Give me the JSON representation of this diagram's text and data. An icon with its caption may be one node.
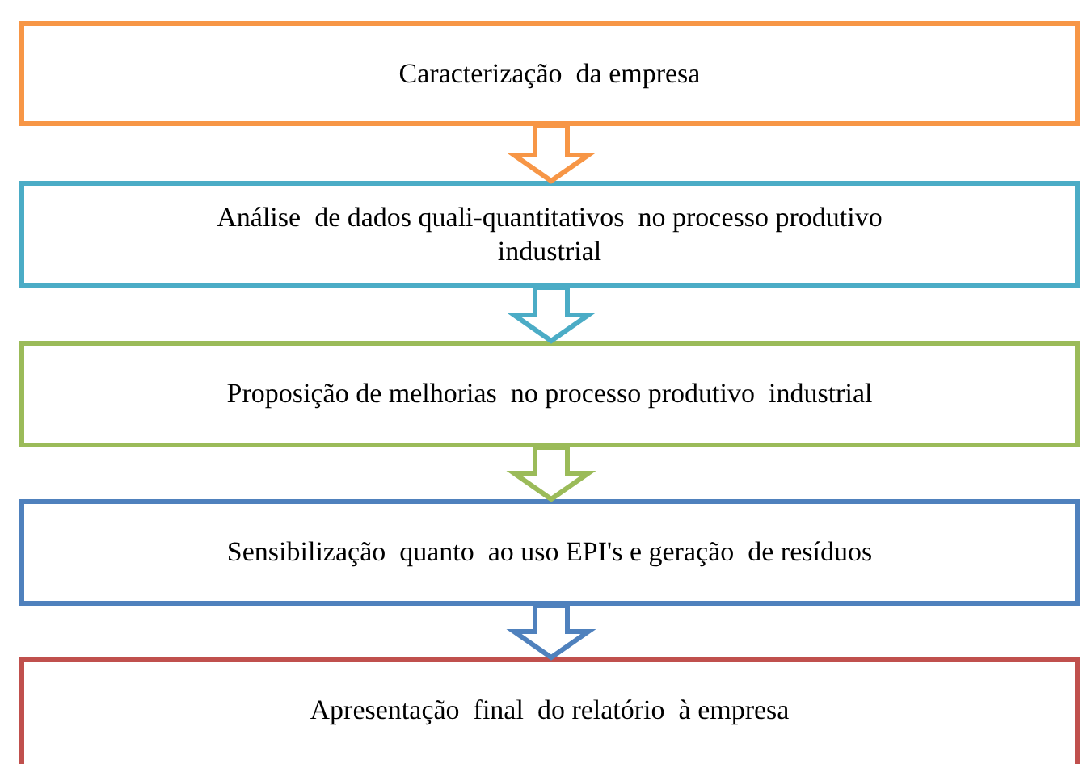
{
  "diagram": {
    "nodes": [
      {
        "text": [
          "Caracterização  da empresa"
        ]
      },
      {
        "text": [
          "Análise  de dados quali-quantitativos  no processo produtivo industrial"
        ]
      },
      {
        "text": [
          "Proposição de melhorias  no processo produtivo  industrial"
        ]
      },
      {
        "text": [
          "Sensibilização  quanto  ao uso EPI's e geração  de resíduos"
        ]
      },
      {
        "text": [
          "Apresentação  final  do relatório  à empresa"
        ]
      }
    ],
    "edges": [
      {
        "from": 0,
        "to": 1,
        "arrow": "to",
        "color": "#f79646"
      },
      {
        "from": 1,
        "to": 2,
        "arrow": "to",
        "color": "#4bacc6"
      },
      {
        "from": 2,
        "to": 3,
        "arrow": "to",
        "color": "#9bbb59"
      },
      {
        "from": 3,
        "to": 4,
        "arrow": "to",
        "color": "#4f81bd"
      }
    ]
  }
}
